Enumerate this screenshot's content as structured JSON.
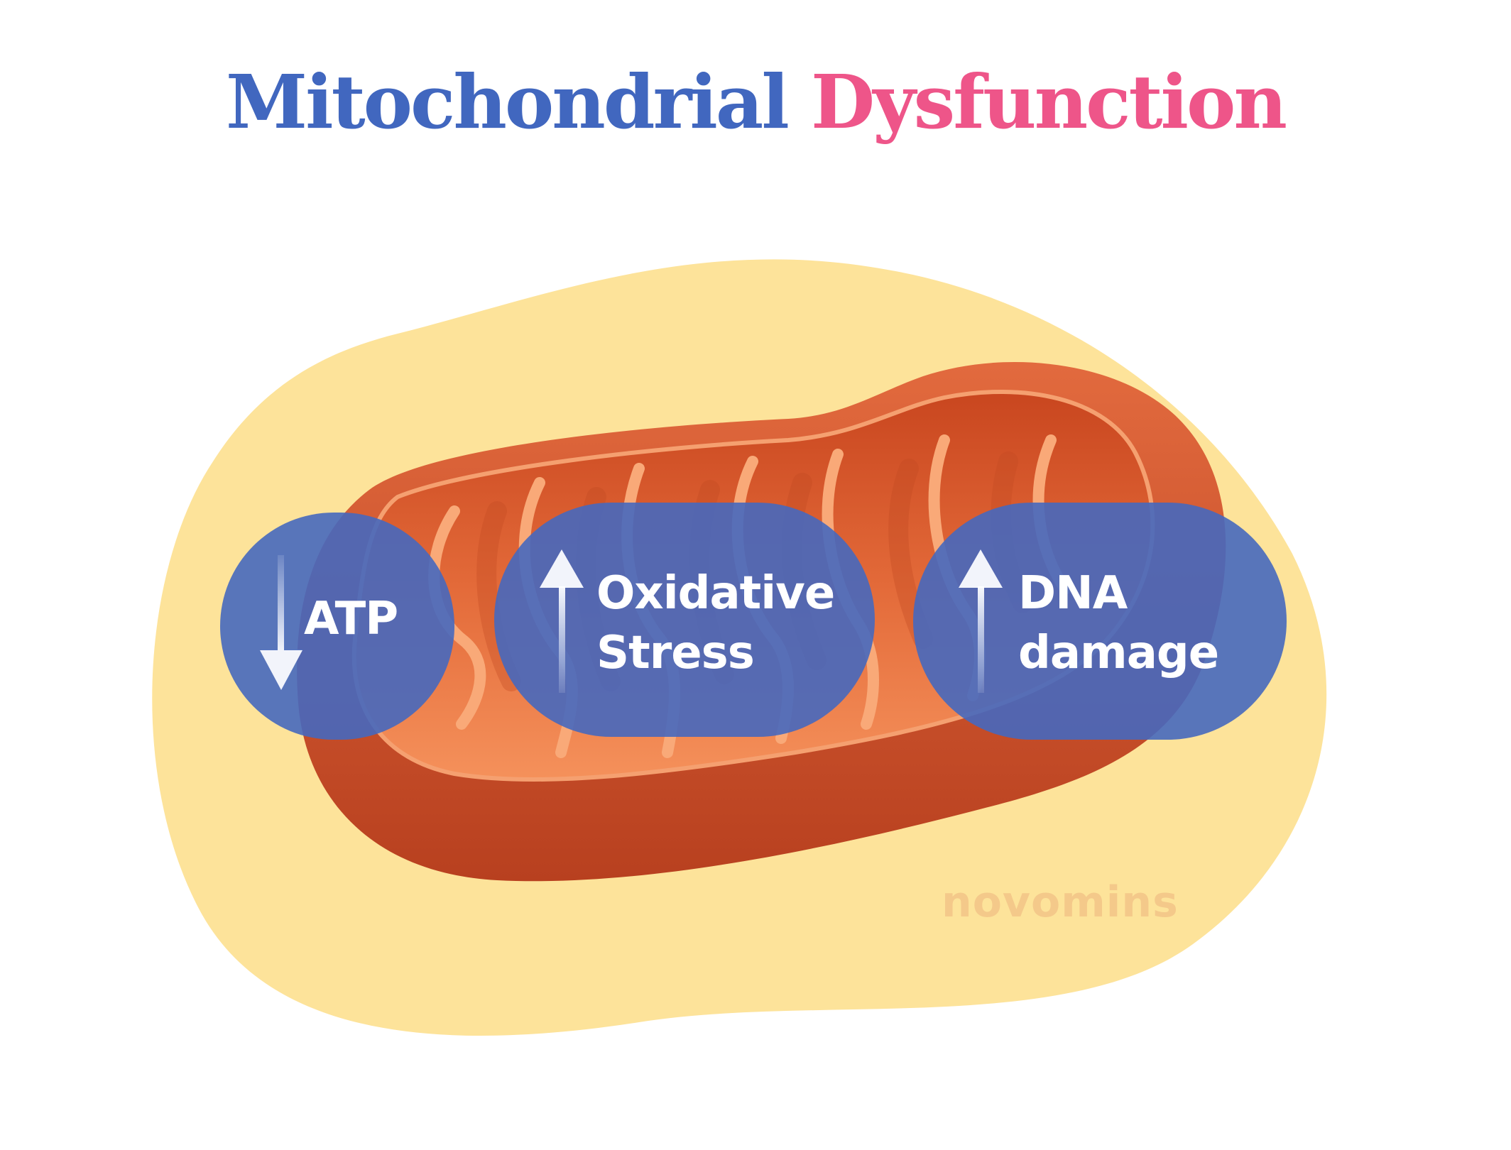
{
  "title": {
    "word1": "Mitochondrial",
    "word2": "Dysfunction",
    "color1": "#4167bf",
    "color2": "#ee5589"
  },
  "labels": {
    "atp": "ATP",
    "oxidative_line1": "Oxidative",
    "oxidative_line2": "Stress",
    "dna_line1": "DNA",
    "dna_line2": "damage"
  },
  "indicators": {
    "atp": "down-arrow-icon",
    "oxidative_stress": "up-arrow-icon",
    "dna_damage": "up-arrow-icon"
  },
  "brand": "novomins",
  "colors": {
    "background_blob": "#fde39a",
    "organelle_outer": "#d9542c",
    "organelle_inner": "#f07c45",
    "pill": "#4668be",
    "brand": "#f4c98a"
  }
}
